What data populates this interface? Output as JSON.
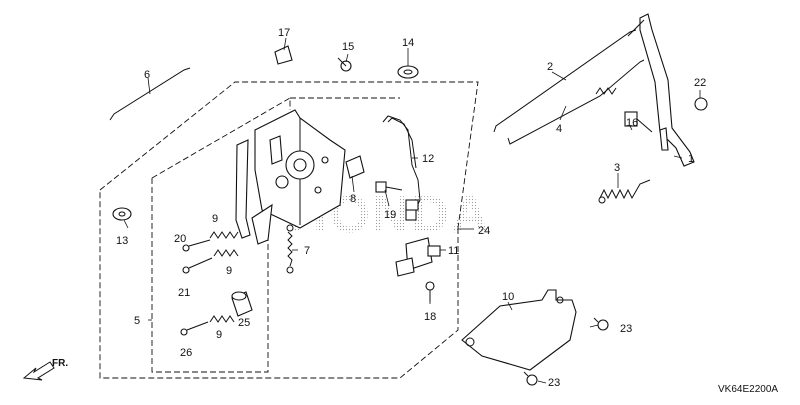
{
  "watermark": "HONDA",
  "diagram_code": "VK64E2200A",
  "direction_label": "FR.",
  "callouts": [
    "1",
    "2",
    "3",
    "4",
    "5",
    "6",
    "7",
    "8",
    "9",
    "9",
    "9",
    "10",
    "11",
    "12",
    "13",
    "14",
    "15",
    "16",
    "17",
    "18",
    "19",
    "20",
    "21",
    "22",
    "23",
    "23",
    "24",
    "25",
    "26"
  ]
}
